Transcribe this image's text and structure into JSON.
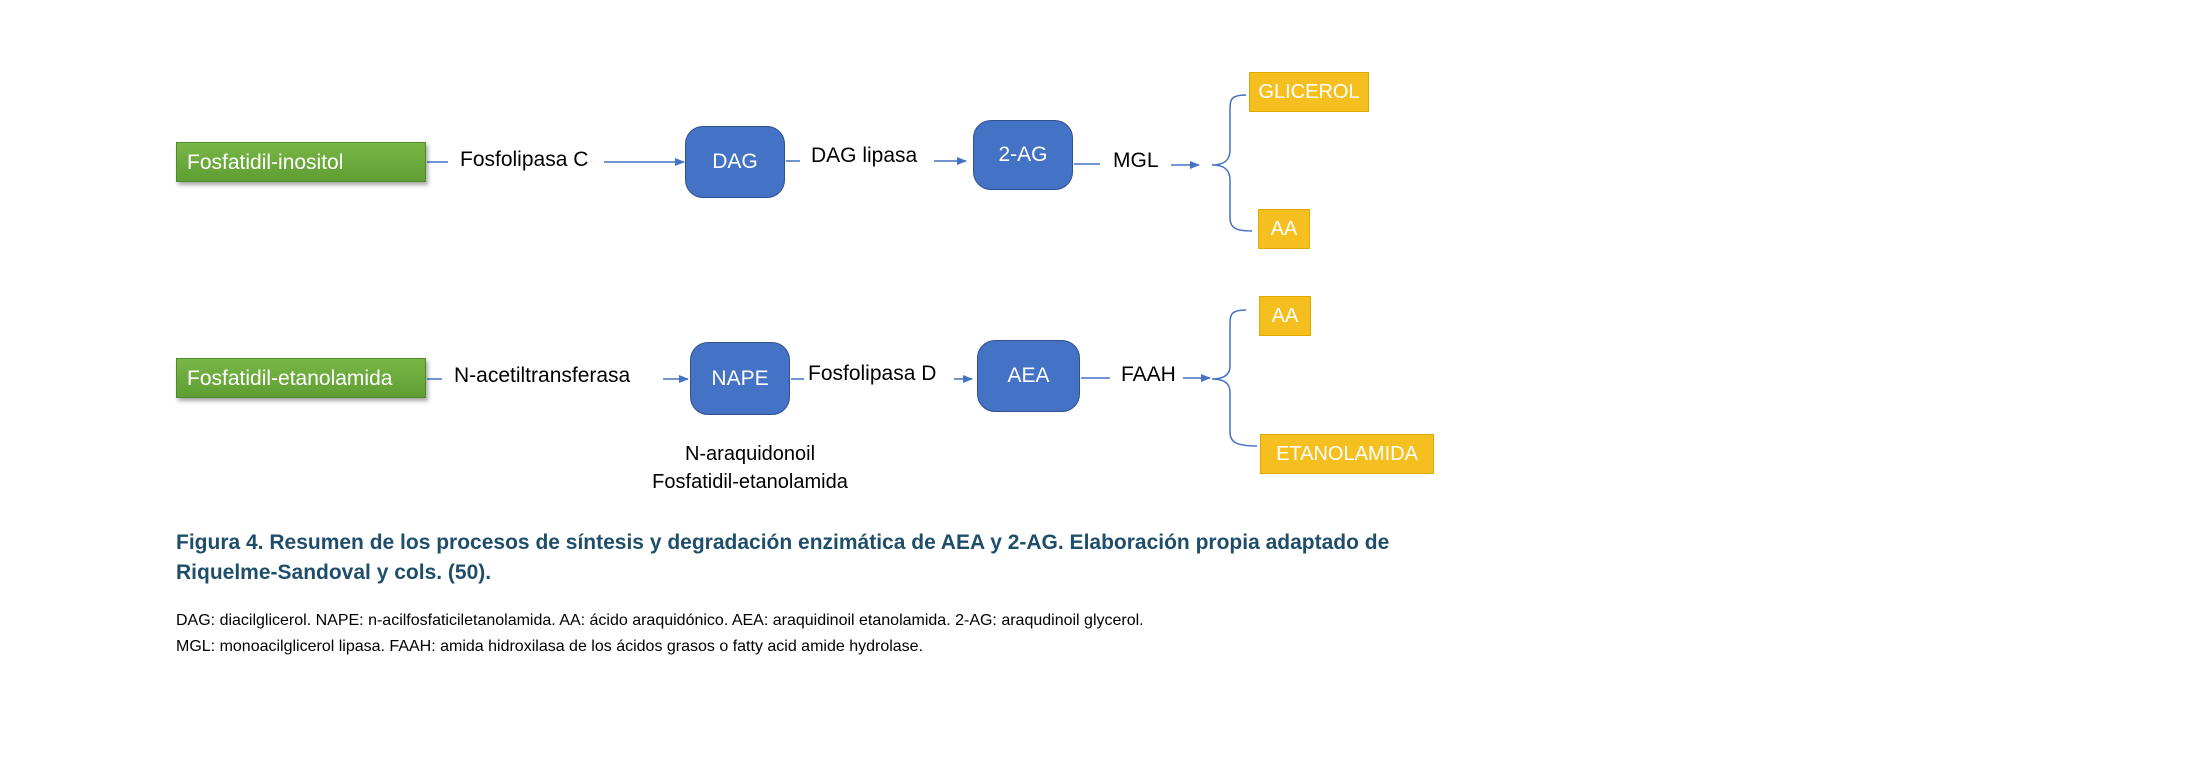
{
  "diagram": {
    "row1": {
      "source": "Fosfatidil-inositol",
      "enzyme1": "Fosfolipasa C",
      "intermediate": "DAG",
      "enzyme2": "DAG lipasa",
      "product": "2-AG",
      "enzyme3": "MGL",
      "output_top": "GLICEROL",
      "output_bottom": "AA"
    },
    "row2": {
      "source": "Fosfatidil-etanolamida",
      "enzyme1": "N-acetiltransferasa",
      "intermediate": "NAPE",
      "enzyme2": "Fosfolipasa D",
      "product": "AEA",
      "enzyme3": "FAAH",
      "output_top": "AA",
      "output_bottom": "ETANOLAMIDA",
      "intermediate_note_line1": "N-araquidonoil",
      "intermediate_note_line2": "Fosfatidil-etanolamida"
    }
  },
  "caption": {
    "line1": "Figura 4. Resumen de los procesos de síntesis y degradación enzimática de AEA y 2-AG. Elaboración propia adaptado de",
    "line2": "Riquelme-Sandoval y cols. (50)."
  },
  "notes": {
    "line1": "DAG: diacilglicerol. NAPE: n-acilfosfaticiletanolamida. AA: ácido araquidónico. AEA: araquidinoil etanolamida. 2-AG: araqudinoil glycerol.",
    "line2": "MGL: monoacilglicerol lipasa. FAAH: amida hidroxilasa de los ácidos grasos o fatty acid amide hydrolase."
  },
  "colors": {
    "source_box": "#70ad47",
    "intermediate_box": "#4472c4",
    "output_box": "#f4bf1f",
    "connector": "#4472c4",
    "caption_text": "#1f4e6b"
  }
}
